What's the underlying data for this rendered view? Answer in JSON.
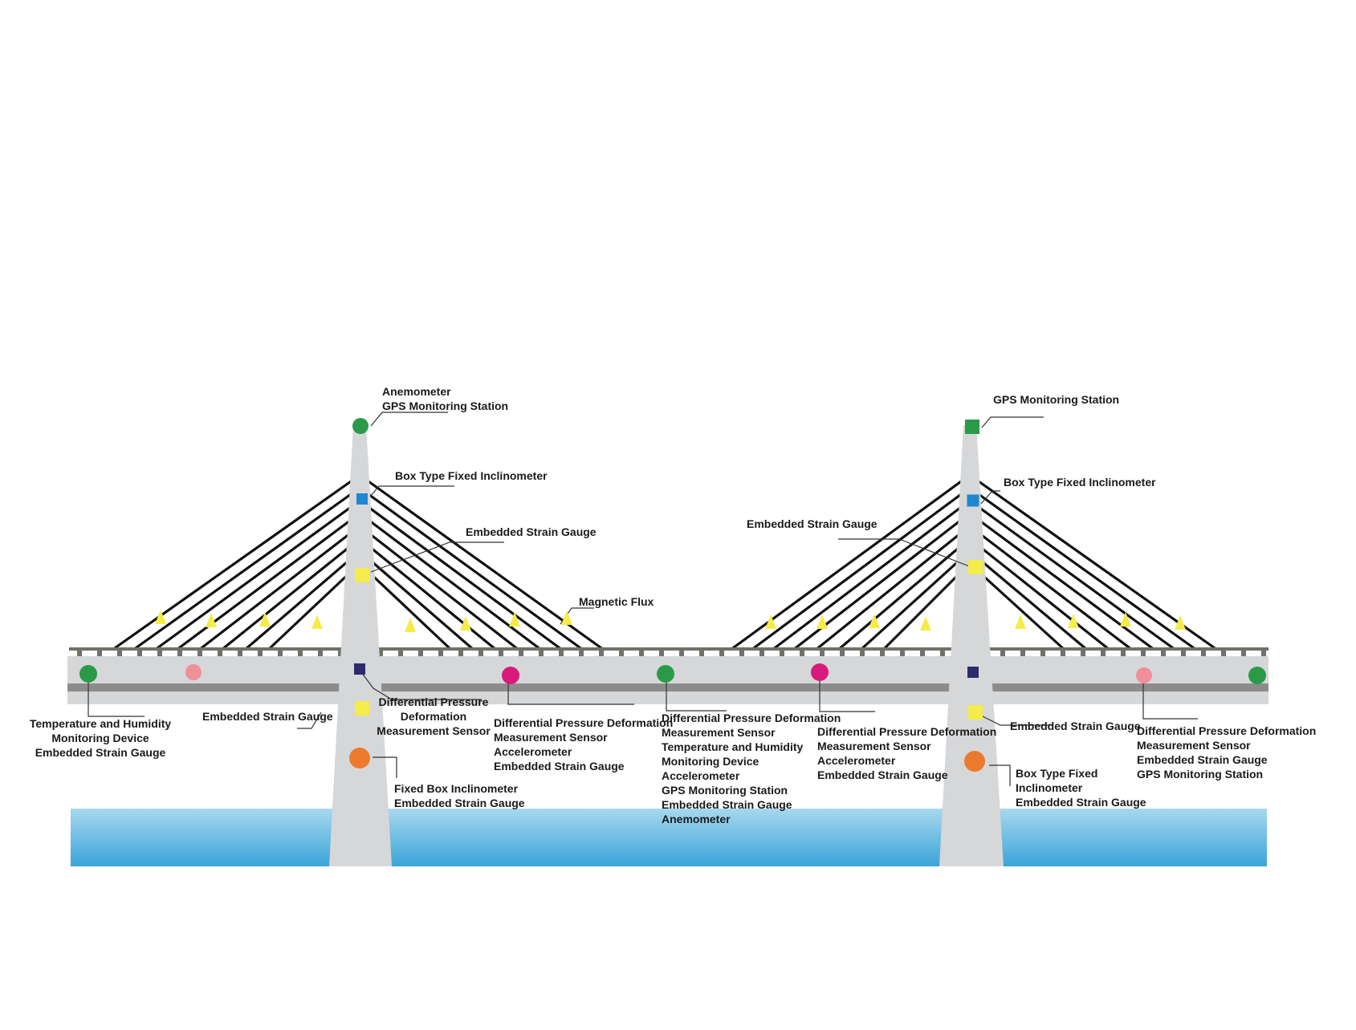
{
  "colors": {
    "water_top": "#a8d8ee",
    "water_bottom": "#3aa4d8",
    "structure": "#d6d7d9",
    "deck_shadow": "#8c8c8c",
    "rail": "#6e7268",
    "cable": "#111111",
    "leader": "#333333",
    "green": "#2a9a48",
    "light_pink": "#ef8f98",
    "magenta": "#d81b7a",
    "navy": "#2e2a6e",
    "blue": "#1f86d0",
    "yellow": "#f4ec4a",
    "orange": "#ec7a2e"
  },
  "labels": {
    "left_top": [
      "Anemometer",
      "GPS Monitoring Station"
    ],
    "left_box_incl": [
      "Box Type Fixed Inclinometer"
    ],
    "left_strain_upper": [
      "Embedded Strain Gauge"
    ],
    "magnetic_flux": [
      "Magnetic Flux"
    ],
    "left_end": [
      "Temperature and Humidity",
      "Monitoring Device",
      "Embedded Strain Gauge"
    ],
    "left_strain_lower": [
      "Embedded Strain Gauge"
    ],
    "left_pylon_dpd": [
      "Differential Pressure",
      "Deformation",
      "Measurement Sensor"
    ],
    "left_fixed_box": [
      "Fixed Box Inclinometer",
      "Embedded Strain Gauge"
    ],
    "span_1": [
      "Differential Pressure Deformation",
      "Measurement Sensor",
      "Accelerometer",
      "Embedded Strain Gauge"
    ],
    "mid_span": [
      "Differential Pressure Deformation",
      "Measurement Sensor",
      "Temperature and Humidity",
      "Monitoring Device",
      "Accelerometer",
      "GPS Monitoring Station",
      "Embedded Strain Gauge",
      "Anemometer"
    ],
    "span_2": [
      "Differential Pressure Deformation",
      "Measurement Sensor",
      "Accelerometer",
      "Embedded Strain Gauge"
    ],
    "right_top": [
      "GPS Monitoring Station"
    ],
    "right_box_incl": [
      "Box Type Fixed Inclinometer"
    ],
    "right_strain_upper": [
      "Embedded Strain Gauge"
    ],
    "right_strain_lower": [
      "Embedded Strain Gauge"
    ],
    "right_box_fixed": [
      "Box Type Fixed",
      "Inclinometer",
      "Embedded Strain Gauge"
    ],
    "right_end": [
      "Differential Pressure Deformation",
      "Measurement Sensor",
      "Embedded Strain Gauge",
      "GPS Monitoring Station"
    ]
  }
}
